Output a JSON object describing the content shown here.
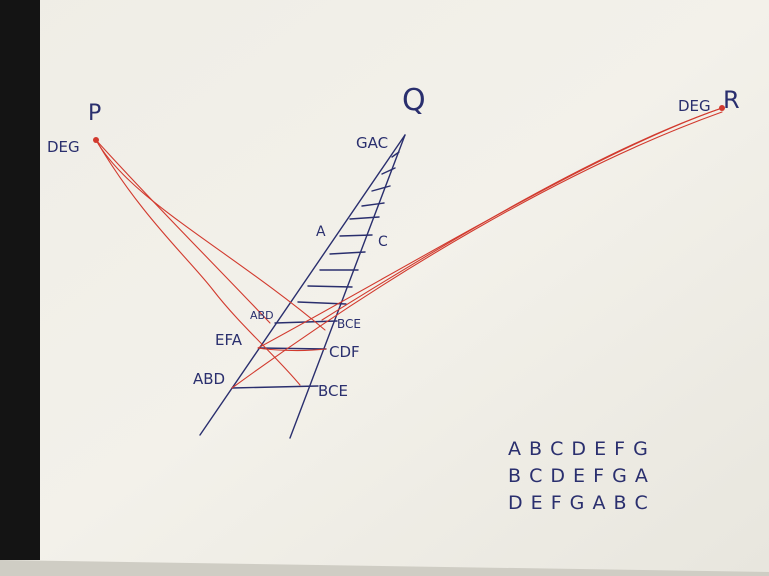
{
  "points": {
    "p": {
      "label": "P",
      "note": "DEG"
    },
    "q": {
      "label": "Q",
      "note": "GAC"
    },
    "r": {
      "label": "R",
      "note": "DEG"
    }
  },
  "ladder_labels": {
    "left_upper": "A",
    "right_upper": "C",
    "left_abd_small": "ABD",
    "right_bce_small": "BCE",
    "left_efa": "EFA",
    "right_cdf": "CDF",
    "left_abd": "ABD",
    "right_bce": "BCE"
  },
  "scales": [
    "A B C D E F G",
    "B C D E F G A",
    "D E F G A B C"
  ],
  "colors": {
    "paper": "#f1efe8",
    "ink": "#2a2f6e",
    "red": "#d23a2e",
    "background": "#1e1e1e"
  }
}
